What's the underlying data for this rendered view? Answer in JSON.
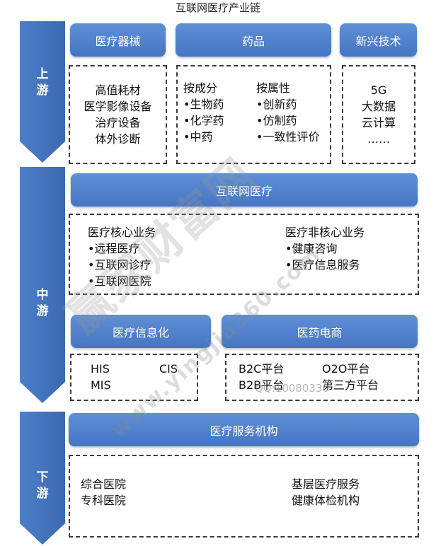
{
  "title": "互联网医疗产业链",
  "stages": {
    "upstream": "上\n游",
    "midstream": "中\n游",
    "downstream": "下\n游"
  },
  "upstream": {
    "devices": {
      "header": "医疗器械",
      "items": [
        "高值耗材",
        "医学影像设备",
        "治疗设备",
        "体外诊断"
      ]
    },
    "drugs": {
      "header": "药品",
      "col1_title": "按成分",
      "col1_items": [
        "•生物药",
        "•化学药",
        "•中药"
      ],
      "col2_title": "按属性",
      "col2_items": [
        "•创新药",
        "•仿制药",
        "•一致性评价"
      ]
    },
    "tech": {
      "header": "新兴技术",
      "items": [
        "5G",
        "大数据",
        "云计算",
        "……"
      ]
    }
  },
  "midstream": {
    "internet_medical": {
      "header": "互联网医疗",
      "core_title": "医疗核心业务",
      "core_items": [
        "•远程医疗",
        "•互联网诊疗",
        "•互联网医院"
      ],
      "noncore_title": "医疗非核心业务",
      "noncore_items": [
        "•健康咨询",
        "•医疗信息服务"
      ]
    },
    "informatization": {
      "header": "医疗信息化",
      "items": [
        "HIS",
        "CIS",
        "MIS"
      ]
    },
    "ecommerce": {
      "header": "医药电商",
      "items": [
        "B2C平台",
        "O2O平台",
        "B2B平台",
        "第三方平台"
      ]
    }
  },
  "downstream": {
    "header": "医疗服务机构",
    "left_items": [
      "综合医院",
      "专科医院"
    ],
    "right_items": [
      "基层医疗服务",
      "健康体检机构"
    ]
  },
  "watermark": {
    "text": "赢家财富网",
    "qq": "QQ:10080330",
    "url": "www.yingjia360.com"
  }
}
